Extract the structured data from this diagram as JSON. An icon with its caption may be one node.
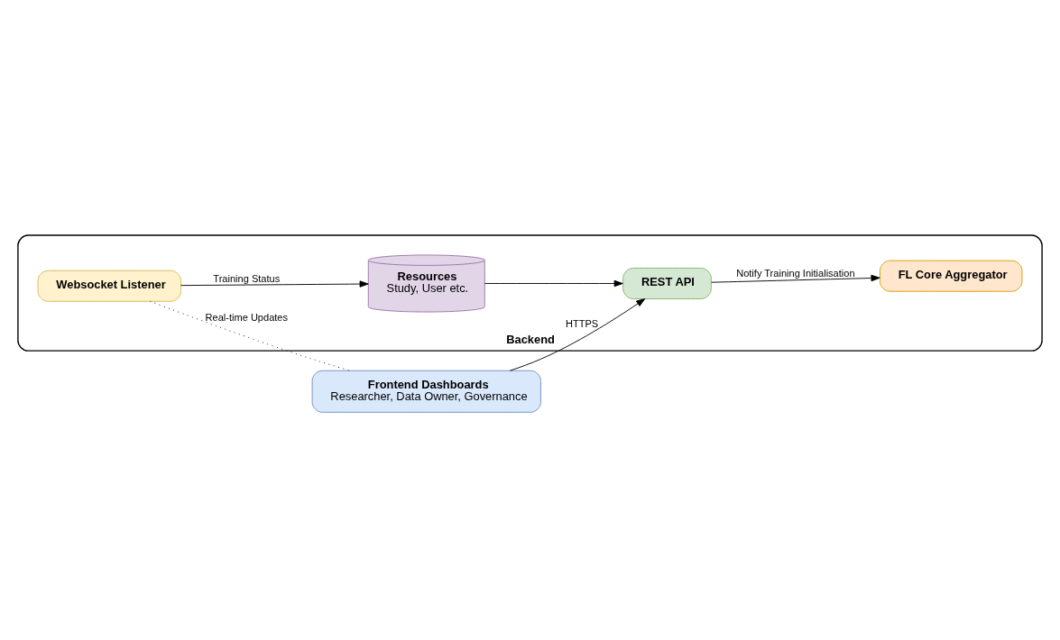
{
  "diagram": {
    "nodes": [
      {
        "text": [
          "Backend"
        ]
      },
      {
        "text": [
          "Frontend Dashboards",
          "Researcher, Data Owner, Governance"
        ]
      },
      {
        "text": [
          "Websocket Listener"
        ],
        "in": 0
      },
      {
        "text": [
          "REST API"
        ],
        "in": 0
      },
      {
        "text": [
          "Resources",
          "Study, User etc."
        ],
        "in": 0
      },
      {
        "text": [
          "FL Core Aggregator"
        ],
        "in": 0
      }
    ],
    "edges": [
      {
        "from": 2,
        "to": 1,
        "arrow": "none",
        "label": "Real-time Updates",
        "style": "dashed"
      },
      {
        "from": 1,
        "to": 3,
        "arrow": "to",
        "label": "HTTPS"
      },
      {
        "from": 2,
        "to": 4,
        "arrow": "to",
        "label": "Training Status"
      },
      {
        "from": 4,
        "to": 3,
        "arrow": "to"
      },
      {
        "from": 3,
        "to": 5,
        "arrow": "to",
        "label": "Notify Training Initialisation"
      }
    ]
  }
}
